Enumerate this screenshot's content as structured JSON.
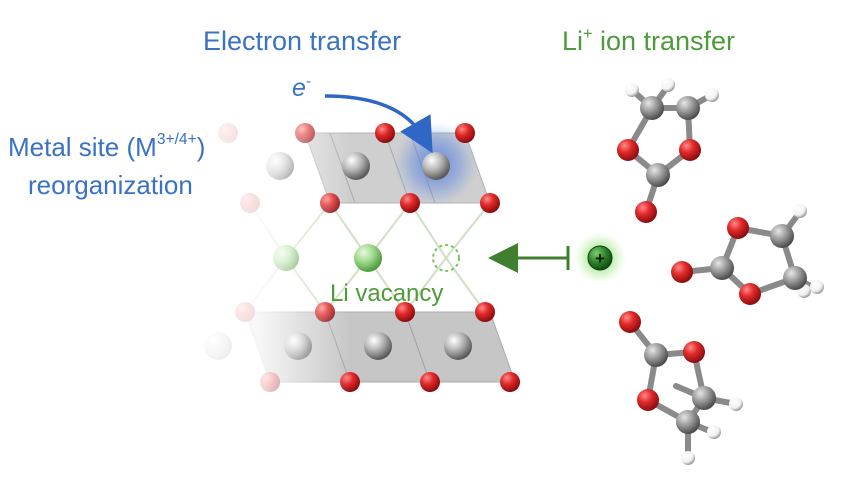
{
  "labels": {
    "electron_transfer": "Electron transfer",
    "li_ion_transfer_prefix": "Li",
    "li_ion_transfer_sup": "+",
    "li_ion_transfer_suffix": " ion transfer",
    "electron_symbol": "e",
    "electron_sup": "-",
    "metal_site_line1_prefix": "Metal site (M",
    "metal_site_line1_sup": "3+/4+",
    "metal_site_line1_suffix": ")",
    "metal_site_line2": "reorganization",
    "li_vacancy": "Li vacancy",
    "li_ion_symbol": "+"
  },
  "colors": {
    "blue_text": "#3a72c4",
    "green_text": "#4f9a3a",
    "oxygen": "#d7232b",
    "metal": "#9a9a9a",
    "lithium": "#7fc96a",
    "hydrogen": "#ffffff",
    "carbon": "#8c8c8c",
    "slab": "#c8c8c8"
  },
  "icons": {
    "vacancy": "dashed-circle-icon",
    "blocked_arrow": "blocked-arrow-icon",
    "electron_arrow": "curved-arrow-icon"
  }
}
